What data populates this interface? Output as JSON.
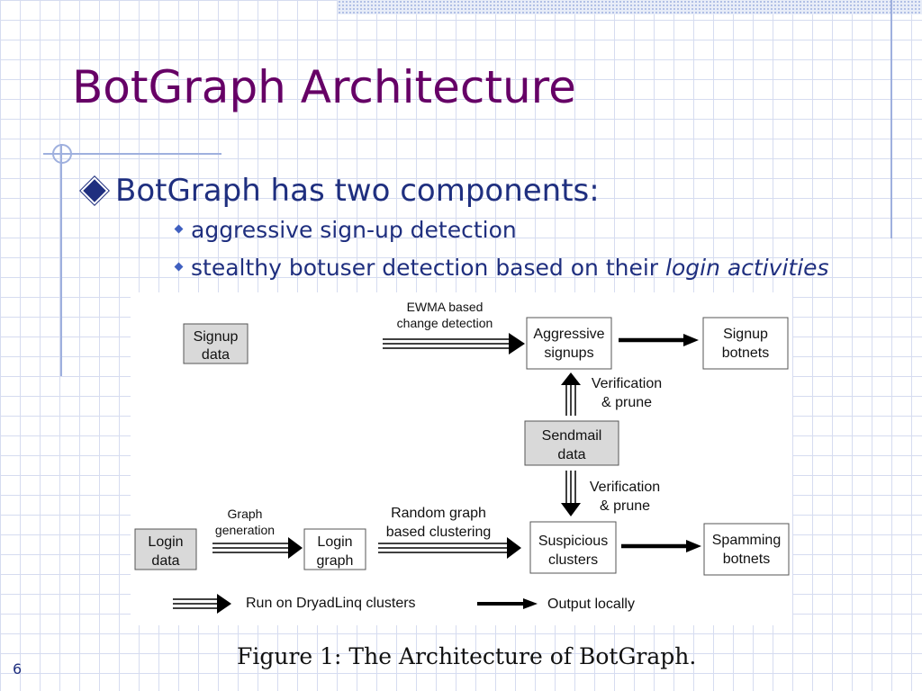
{
  "slide": {
    "title": "BotGraph Architecture",
    "bullet": "BotGraph has two components:",
    "subbullets": {
      "first": "aggressive sign-up detection",
      "second_prefix": "stealthy botuser detection based on their ",
      "second_emph": "login activities"
    },
    "page_number": "6"
  },
  "diagram": {
    "nodes": {
      "signup_data": [
        "Signup",
        "data"
      ],
      "aggressive_signups": [
        "Aggressive",
        "signups"
      ],
      "signup_botnets": [
        "Signup",
        "botnets"
      ],
      "sendmail_data": [
        "Sendmail",
        "data"
      ],
      "login_data": [
        "Login",
        "data"
      ],
      "login_graph": [
        "Login",
        "graph"
      ],
      "suspicious_clusters": [
        "Suspicious",
        "clusters"
      ],
      "spamming_botnets": [
        "Spamming",
        "botnets"
      ]
    },
    "edge_labels": {
      "ewma": [
        "EWMA based",
        "change detection"
      ],
      "verify_up": [
        "Verification",
        "& prune"
      ],
      "verify_down": [
        "Verification",
        "& prune"
      ],
      "graph_gen": [
        "Graph",
        "generation"
      ],
      "random_graph": [
        "Random graph",
        "based clustering"
      ]
    },
    "legend": {
      "dryad": "Run on DryadLinq clusters",
      "local": "Output locally"
    },
    "caption": "Figure 1: The Architecture of BotGraph."
  },
  "colors": {
    "title": "#660066",
    "text": "#1f2f7f",
    "node_fill_gray": "#d9d9d9",
    "grid": "#d6dcf0"
  }
}
